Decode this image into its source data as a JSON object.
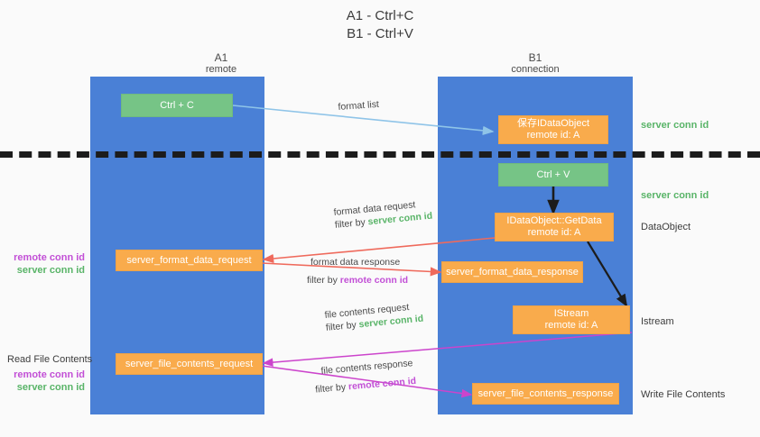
{
  "title": {
    "line1": "A1 - Ctrl+C",
    "line2": "B1 - Ctrl+V"
  },
  "lanes": [
    {
      "name": "A1",
      "sub": "remote"
    },
    {
      "name": "B1",
      "sub": "connection"
    }
  ],
  "boxes": {
    "ctrl_c": "Ctrl + C",
    "ctrl_v": "Ctrl + V",
    "save_idataobject_l1": "保存IDataObject",
    "save_idataobject_l2": "remote id: A",
    "getdata_l1": "IDataObject::GetData",
    "getdata_l2": "remote id: A",
    "istream_l1": "IStream",
    "istream_l2": "remote id: A",
    "server_format_data_request": "server_format_data_request",
    "server_format_data_response": "server_format_data_response",
    "server_file_contents_request": "server_file_contents_request",
    "server_file_contents_response": "server_file_contents_response"
  },
  "edges": {
    "format_list": "format list",
    "format_data_request": "format data request",
    "format_data_request_filter_prefix": "filter by ",
    "format_data_request_filter_key": "server conn id",
    "format_data_response": "format data response",
    "format_data_response_filter_prefix": "filter by ",
    "format_data_response_filter_key": "remote conn id",
    "file_contents_request": "file contents request",
    "file_contents_request_filter_prefix": "filter by ",
    "file_contents_request_filter_key": "server conn id",
    "file_contents_response": "file contents response",
    "file_contents_response_filter_prefix": "filter by ",
    "file_contents_response_filter_key": "remote conn id"
  },
  "annotations": {
    "right_server_conn_id_top": "server conn id",
    "right_server_conn_id_mid": "server conn id",
    "right_dataobject": "DataObject",
    "right_istream": "Istream",
    "right_write_file_contents": "Write File Contents",
    "left_remote_conn_id_1": "remote conn id",
    "left_server_conn_id_1": "server conn id",
    "left_read_file_contents": "Read File Contents",
    "left_remote_conn_id_2": "remote conn id",
    "left_server_conn_id_2": "server conn id"
  },
  "colors": {
    "lane": "#4a80d6",
    "orange": "#f9ab4c",
    "green_box": "#76c486",
    "green_text": "#59b468",
    "purple_text": "#c24fd6",
    "arrow_blue": "#8fc4e8",
    "arrow_red": "#ef6a5c",
    "arrow_magenta": "#cc44cc",
    "arrow_black": "#1c1c1c",
    "background": "#fafafa"
  }
}
